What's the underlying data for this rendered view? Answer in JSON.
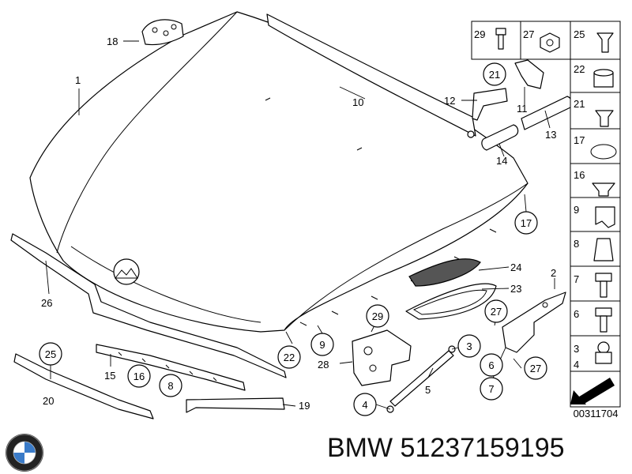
{
  "caption": "BMW 51237159195",
  "diagram_code": "00311704",
  "callouts": {
    "c1": "1",
    "c2": "2",
    "c3": "3",
    "c4": "4",
    "c5": "5",
    "c6": "6",
    "c7": "7",
    "c8": "8",
    "c9": "9",
    "c10": "10",
    "c11": "11",
    "c12": "12",
    "c13": "13",
    "c14": "14",
    "c15": "15",
    "c16": "16",
    "c17": "17",
    "c18": "18",
    "c19": "19",
    "c20": "20",
    "c21": "21",
    "c22": "22",
    "c23": "23",
    "c24": "24",
    "c25": "25",
    "c26": "26",
    "c27": "27",
    "c28": "28",
    "c29": "29"
  },
  "side_panel": {
    "top_row": [
      "29",
      "27",
      "25"
    ],
    "column": [
      "22",
      "21",
      "17",
      "16",
      "9",
      "8",
      "7",
      "6",
      "3",
      "4"
    ]
  },
  "icons": {
    "logo": "bmw-roundel-icon",
    "arrow": "arrow-pictogram-icon"
  }
}
